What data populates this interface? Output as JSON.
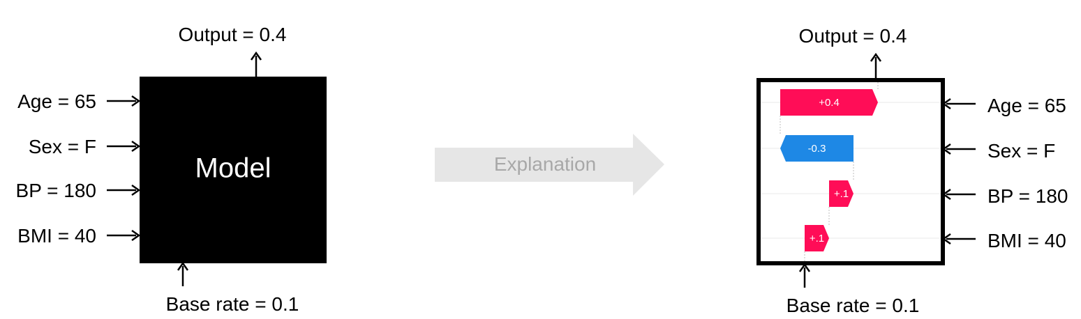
{
  "left_model": {
    "output_label": "Output = 0.4",
    "base_rate_label": "Base rate = 0.1",
    "box_label": "Model",
    "inputs": [
      "Age = 65",
      "Sex = F",
      "BP = 180",
      "BMI = 40"
    ],
    "box_color": "#000000"
  },
  "transition": {
    "label": "Explanation",
    "arrow_color": "#e6e6e6",
    "label_color": "#a8a8a8"
  },
  "right_explanation": {
    "output_label": "Output = 0.4",
    "base_rate_label": "Base rate = 0.1",
    "inputs": [
      "Age = 65",
      "Sex = F",
      "BP = 180",
      "BMI = 40"
    ],
    "colors": {
      "positive": "#ff0d57",
      "negative": "#1e88e5"
    }
  },
  "chart_data": {
    "type": "bar",
    "base_value": 0.1,
    "output_value": 0.4,
    "categories": [
      "Age = 65",
      "Sex = F",
      "BP = 180",
      "BMI = 40"
    ],
    "values": [
      0.4,
      -0.3,
      0.1,
      0.1
    ],
    "value_labels": [
      "+0.4",
      "-0.3",
      "+.1",
      "+.1"
    ]
  }
}
